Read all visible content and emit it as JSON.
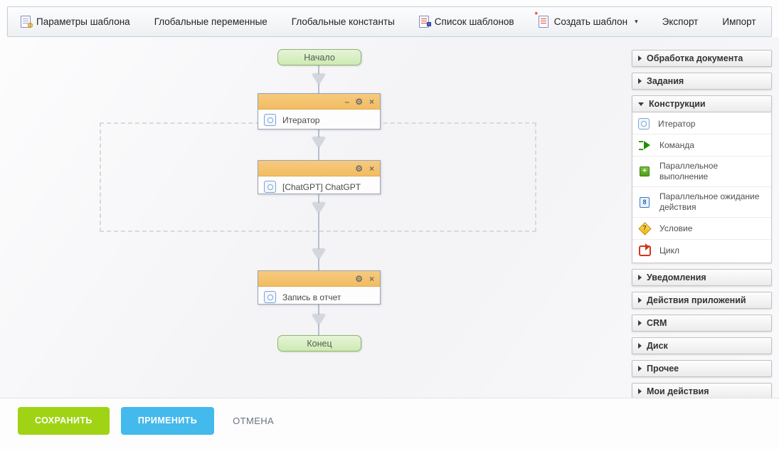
{
  "toolbar": {
    "items": [
      {
        "label": "Параметры шаблона",
        "icon": "template-params-icon"
      },
      {
        "label": "Глобальные переменные"
      },
      {
        "label": "Глобальные константы"
      },
      {
        "label": "Список шаблонов",
        "icon": "template-list-icon"
      },
      {
        "label": "Создать шаблон",
        "icon": "template-create-icon",
        "caret": "▾"
      },
      {
        "label": "Экспорт"
      },
      {
        "label": "Импорт"
      }
    ]
  },
  "flowchart": {
    "start_label": "Начало",
    "end_label": "Конец",
    "nodes": [
      {
        "title": "Итератор",
        "controls": [
          "minimize",
          "settings",
          "close"
        ]
      },
      {
        "title": "[ChatGPT] ChatGPT",
        "controls": [
          "settings",
          "close"
        ]
      },
      {
        "title": "Запись в отчет",
        "controls": [
          "settings",
          "close"
        ]
      }
    ],
    "control_glyphs": {
      "minimize": "–",
      "settings": "⚙",
      "close": "×"
    }
  },
  "sidebar": {
    "sections": [
      {
        "label": "Обработка документа",
        "expanded": false
      },
      {
        "label": "Задания",
        "expanded": false
      },
      {
        "label": "Конструкции",
        "expanded": true,
        "items": [
          {
            "label": "Итератор",
            "icon": "iterator-icon"
          },
          {
            "label": "Команда",
            "icon": "command-icon"
          },
          {
            "label": "Параллельное выполнение",
            "icon": "parallel-execution-icon"
          },
          {
            "label": "Параллельное ожидание действия",
            "icon": "parallel-wait-icon"
          },
          {
            "label": "Условие",
            "icon": "condition-icon"
          },
          {
            "label": "Цикл",
            "icon": "cycle-icon"
          }
        ]
      },
      {
        "label": "Уведомления",
        "expanded": false
      },
      {
        "label": "Действия приложений",
        "expanded": false
      },
      {
        "label": "CRM",
        "expanded": false
      },
      {
        "label": "Диск",
        "expanded": false
      },
      {
        "label": "Прочее",
        "expanded": false
      },
      {
        "label": "Мои действия",
        "expanded": false
      }
    ]
  },
  "footer": {
    "save_label": "СОХРАНИТЬ",
    "apply_label": "ПРИМЕНИТЬ",
    "cancel_label": "ОТМЕНА"
  },
  "colors": {
    "node_header_orange": "#f2bd62",
    "terminal_green_bg": "#d9eec3",
    "terminal_green_border": "#8fb56f",
    "save_button_green": "#9fd314",
    "apply_button_blue": "#44b9ec",
    "connector_gray": "#b6c0ce",
    "dashed_region_border": "#d9d9d9"
  }
}
